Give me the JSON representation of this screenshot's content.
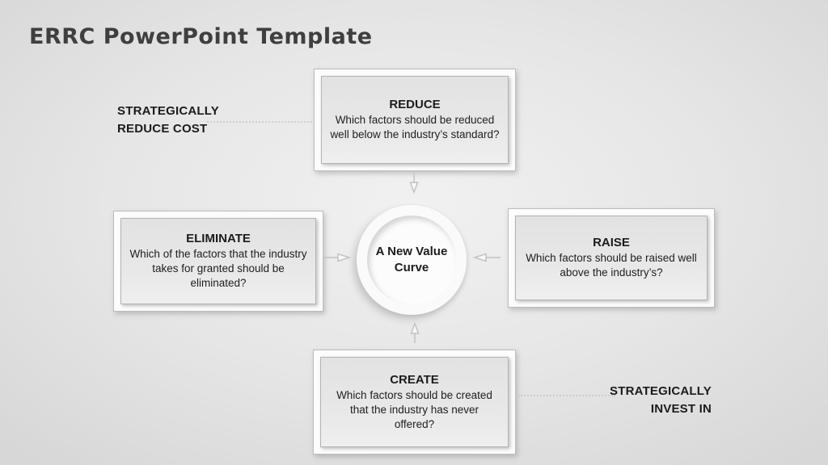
{
  "slide": {
    "title": "ERRC PowerPoint Template"
  },
  "diagram": {
    "center": {
      "label": "A New Value Curve"
    },
    "boxes": [
      {
        "id": "reduce",
        "heading": "REDUCE",
        "body": "Which factors should be reduced well below the industry’s standard?"
      },
      {
        "id": "eliminate",
        "heading": "ELIMINATE",
        "body": "Which of the factors that the industry takes for granted should be eliminated?"
      },
      {
        "id": "raise",
        "heading": "RAISE",
        "body": "Which factors should be raised well above the industry’s?"
      },
      {
        "id": "create",
        "heading": "CREATE",
        "body": "Which factors should be created that the industry has never offered?"
      }
    ],
    "annotations": [
      {
        "id": "reduce-cost",
        "lines": [
          "STRATEGICALLY",
          "REDUCE COST"
        ],
        "align": "left"
      },
      {
        "id": "invest-in",
        "lines": [
          "STRATEGICALLY",
          "INVEST IN"
        ],
        "align": "right"
      }
    ],
    "connectors": [
      {
        "from": "reduce",
        "to": "center",
        "direction": "down"
      },
      {
        "from": "eliminate",
        "to": "center",
        "direction": "right"
      },
      {
        "from": "raise",
        "to": "center",
        "direction": "left"
      },
      {
        "from": "create",
        "to": "center",
        "direction": "up"
      }
    ],
    "icons": {
      "arrow_down": "↓",
      "arrow_up": "↑",
      "arrow_left": "←",
      "arrow_right": "→"
    }
  },
  "colors": {
    "background_edge": "#d7d7d7",
    "background_center": "#f1f1f1",
    "box_fill": "#e5e5e5",
    "box_frame": "#fcfcfc",
    "box_border": "#bdbdbd",
    "text": "#1c1c1c",
    "title": "#3f3f3f",
    "arrow": "#c2c2c2"
  }
}
